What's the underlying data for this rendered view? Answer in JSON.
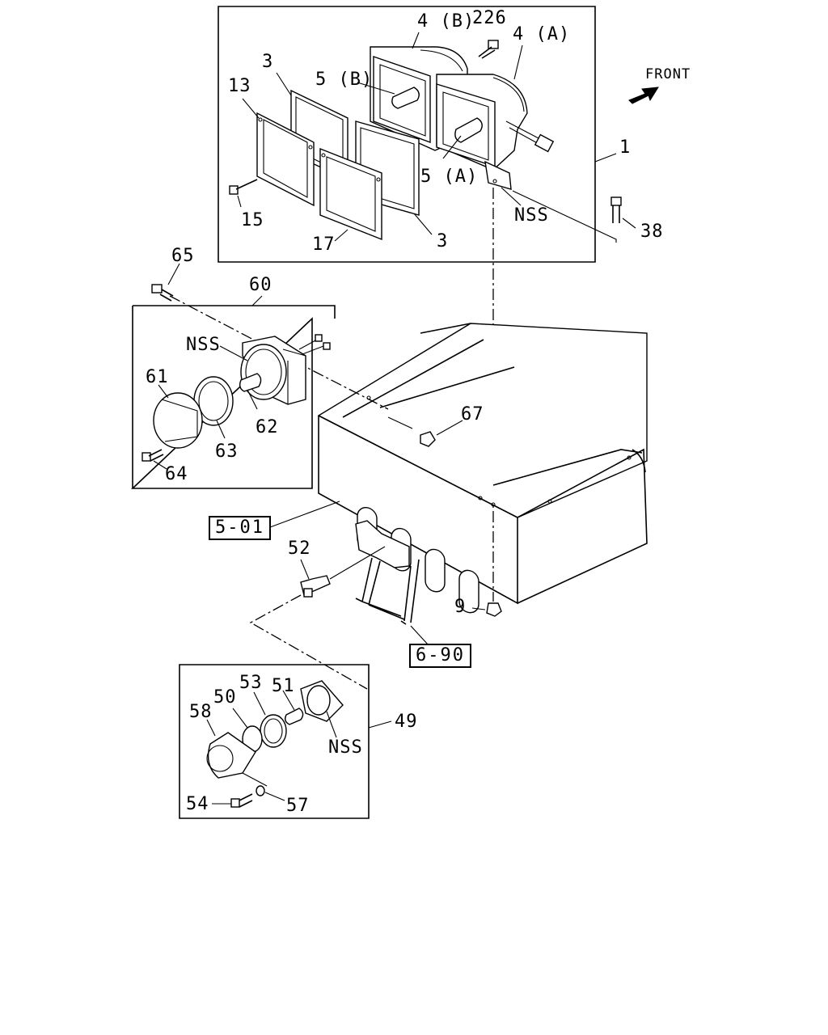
{
  "front_label": "FRONT",
  "callouts": {
    "c1": "1",
    "c3a": "3",
    "c3b": "3",
    "c4a": "4 (A)",
    "c4b": "4 (B)",
    "c5a": "5 (A)",
    "c5b": "5 (B)",
    "c9": "9",
    "c13": "13",
    "c15": "15",
    "c17": "17",
    "c38": "38",
    "c49": "49",
    "c50": "50",
    "c51": "51",
    "c52": "52",
    "c53": "53",
    "c54": "54",
    "c57": "57",
    "c58": "58",
    "c60": "60",
    "c61": "61",
    "c62": "62",
    "c63": "63",
    "c64": "64",
    "c65": "65",
    "c67": "67",
    "c226": "226",
    "nss1": "NSS",
    "nss2": "NSS",
    "nss3": "NSS"
  },
  "refs": {
    "r501": "5-01",
    "r690": "6-90"
  }
}
